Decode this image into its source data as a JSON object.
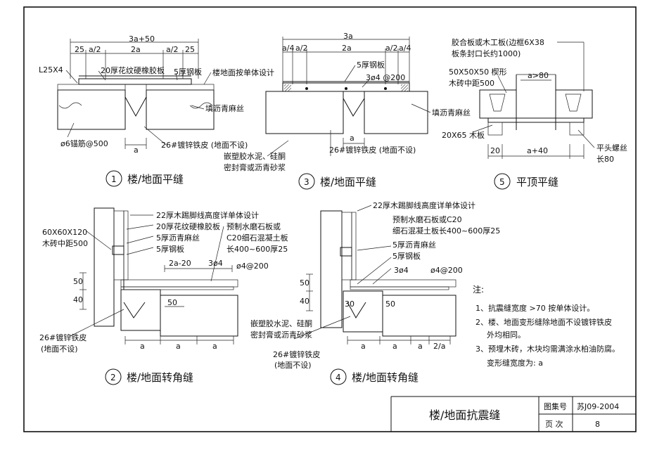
{
  "sheet": {
    "title": "楼/地面抗震缝",
    "atlas_label": "图集号",
    "atlas_value": "苏J09-2004",
    "page_label": "页 次",
    "page_value": "8"
  },
  "details": {
    "d1": {
      "number": "1",
      "caption": "楼/地面平缝",
      "dims_top": [
        "3a+50",
        "25",
        "a/2",
        "2a",
        "a/2",
        "25"
      ],
      "labels": [
        "L25X4",
        "20厚花纹硬橡胶板",
        "5厚钢板",
        "楼地面按单体设计",
        "填沥青麻丝",
        "ø6锚筋@500",
        "26#镀锌铁皮 (地面不设)"
      ],
      "dim_bottom": "a"
    },
    "d2": {
      "number": "2",
      "caption": "楼/地面转角缝",
      "labels": [
        "22厚木踢脚线高度详单体设计",
        "20厚花纹硬橡胶板",
        "5厚沥青麻丝",
        "5厚钢板",
        "60X60X120",
        "木砖中距500",
        "预制水磨石板或",
        "C20细石混凝土板",
        "长400~600厚25",
        "2a-20",
        "3ø4",
        "ø4@200",
        "26#镀锌铁皮",
        "(地面不设)"
      ],
      "dims": [
        "50",
        "40",
        "50",
        "a",
        "a",
        "a"
      ]
    },
    "d3": {
      "number": "3",
      "caption": "楼/地面平缝",
      "dims_top": [
        "3a",
        "a/4",
        "a/2",
        "2a",
        "a/2",
        "a/4"
      ],
      "labels": [
        "5厚钢板",
        "3ø4 @200",
        "填沥青麻丝",
        "嵌塑胶水泥、硅酮",
        "密封膏或沥青砂浆",
        "26#镀锌铁皮 (地面不设)"
      ],
      "dim_bottom": "a"
    },
    "d4": {
      "number": "4",
      "caption": "楼/地面转角缝",
      "labels": [
        "22厚木踢脚线高度详单体设计",
        "预制水磨石板或C20",
        "细石混凝土板长400~600厚25",
        "5厚沥青麻丝",
        "5厚钢板",
        "3ø4",
        "ø4@200",
        "嵌塑胶水泥、硅酮",
        "密封膏或沥青砂浆",
        "26#镀锌铁皮",
        "(地面不设)"
      ],
      "dims": [
        "50",
        "40",
        "30",
        "50",
        "a",
        "a",
        "a",
        "2/a"
      ]
    },
    "d5": {
      "number": "5",
      "caption": "平顶平缝",
      "labels": [
        "胶合板或木工板(边框6X38",
        "板条封口长约1000)",
        "50X50X50 楔形",
        "木砖中距500",
        "a>80",
        "20X65 木板",
        "20",
        "a+40",
        "平头螺丝",
        "长80"
      ]
    }
  },
  "notes": {
    "heading": "注:",
    "items": [
      "1、抗震缝宽度 >70 按单体设计。",
      "2、楼、地面变形缝除地面不设镀锌铁皮",
      "外均相同。",
      "3、预埋木砖，木块均需满涂水柏油防腐。",
      "变形缝宽度为: a"
    ]
  }
}
